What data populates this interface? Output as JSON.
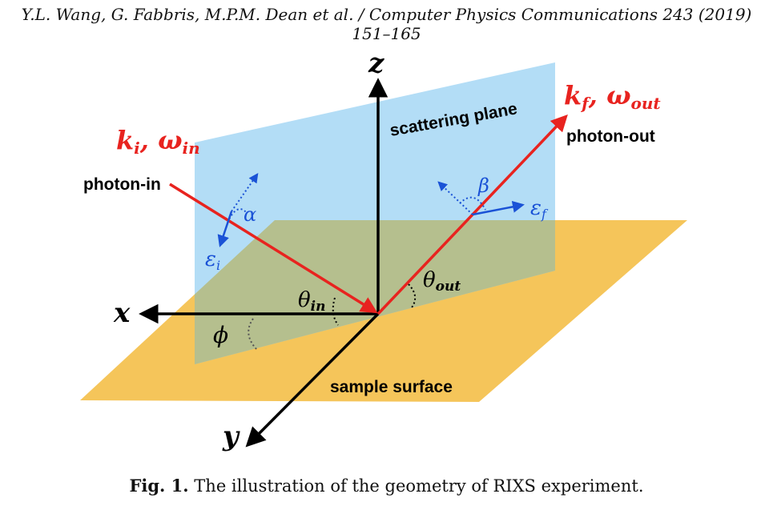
{
  "header": {
    "text": "Y.L. Wang, G. Fabbris, M.P.M. Dean et al. / Computer Physics Communications 243 (2019) 151–165"
  },
  "figure": {
    "axis_labels": {
      "x": "x",
      "y": "y",
      "z": "z"
    },
    "scattering_plane_label": "scattering plane",
    "sample_surface_label": "sample surface",
    "photon_in_label": "photon-in",
    "photon_out_label": "photon-out",
    "k_in": {
      "k": "k",
      "sub": "i",
      "omega": "ω",
      "omega_sub": "in"
    },
    "k_out": {
      "k": "k",
      "sub": "f",
      "omega": "ω",
      "omega_sub": "out"
    },
    "angles": {
      "theta_in": {
        "symbol": "θ",
        "sub": "in"
      },
      "theta_out": {
        "symbol": "θ",
        "sub": "out"
      },
      "phi": "ϕ",
      "alpha": "α",
      "beta": "β"
    },
    "polarizations": {
      "in": {
        "symbol": "ε",
        "sub": "i"
      },
      "out": {
        "symbol": "ε",
        "sub": "f"
      }
    },
    "colors": {
      "beam": "#e8231f",
      "polarization": "#1a52d6",
      "scattering_plane": "#a8d8f5",
      "sample_surface": "#f5c55a",
      "overlap": "#b5bf8e",
      "axis": "#000000"
    }
  },
  "caption": {
    "label": "Fig. 1.",
    "text": "The illustration of the geometry of RIXS experiment."
  }
}
